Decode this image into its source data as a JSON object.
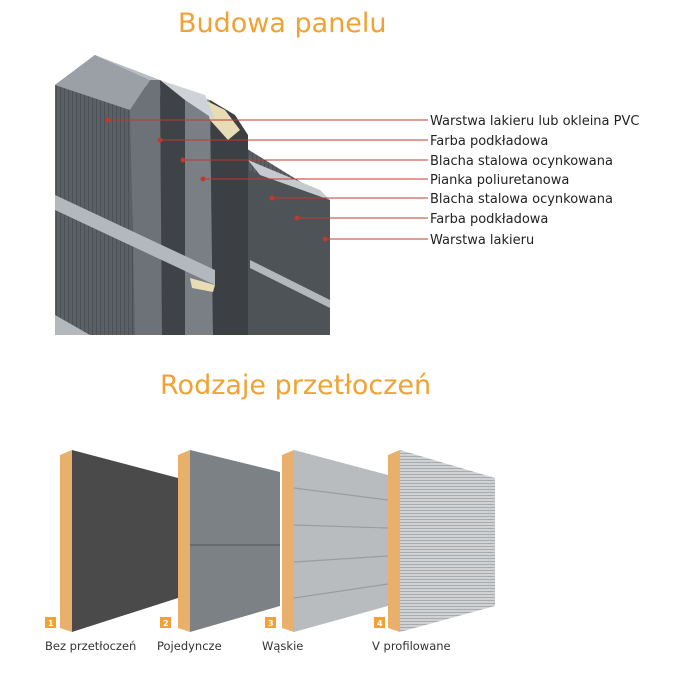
{
  "section1": {
    "title": "Budowa panelu",
    "layers": [
      "Warstwa lakieru lub okleina PVC",
      "Farba podkładowa",
      "Blacha stalowa ocynkowana",
      "Pianka poliuretanowa",
      "Blacha stalowa ocynkowana",
      "Farba podkładowa",
      "Warstwa lakieru"
    ],
    "line_color": "#c0392b"
  },
  "section2": {
    "title": "Rodzaje przetłoczeń",
    "types": [
      {
        "number": "1",
        "label": "Bez przetłoczeń",
        "color": "#4a4a4a"
      },
      {
        "number": "2",
        "label": "Pojedyncze",
        "color": "#7b8185"
      },
      {
        "number": "3",
        "label": "Wąskie",
        "color": "#b9bcbf"
      },
      {
        "number": "4",
        "label": "V profilowane",
        "color": "#c9cbcd"
      }
    ],
    "accent": "#f0a232",
    "edge_color": "#e8b06a"
  }
}
